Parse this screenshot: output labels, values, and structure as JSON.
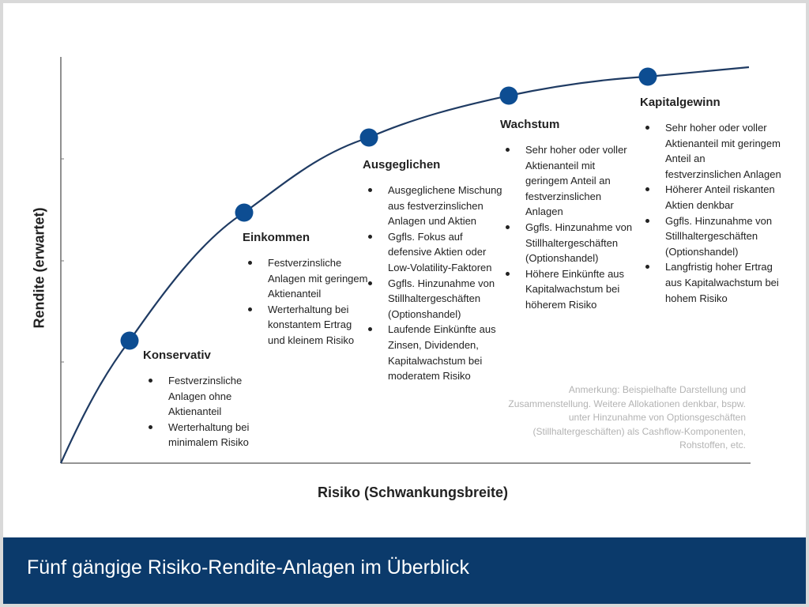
{
  "chart_data": {
    "type": "line",
    "xlabel": "Risiko (Schwankungsbreite)",
    "ylabel": "Rendite (erwartet)",
    "grid": false,
    "points": [
      {
        "name": "Konservativ",
        "bullets": [
          "Festverzinsliche Anlagen ohne Aktienanteil",
          "Werterhaltung bei minimalem Risiko"
        ]
      },
      {
        "name": "Einkommen",
        "bullets": [
          "Festverzinsliche Anlagen mit geringem Aktienanteil",
          "Werterhaltung bei konstantem Ertrag und kleinem Risiko"
        ]
      },
      {
        "name": "Ausgeglichen",
        "bullets": [
          "Ausgeglichene Mischung aus festverzinslichen Anlagen und Aktien",
          "Ggfls. Fokus auf defensive Aktien oder Low-Volatility-Faktoren",
          "Ggfls. Hinzunahme von Stillhaltergeschäften (Optionshandel)",
          "Laufende Einkünfte aus Zinsen, Dividenden, Kapitalwachstum bei moderatem Risiko"
        ]
      },
      {
        "name": "Wachstum",
        "bullets": [
          "Sehr hoher oder voller Aktienanteil mit geringem Anteil an festverzinslichen Anlagen",
          "Ggfls. Hinzunahme von Stillhaltergeschäften (Optionshandel)",
          "Höhere Einkünfte aus Kapitalwachstum bei höherem Risiko"
        ]
      },
      {
        "name": "Kapitalgewinn",
        "bullets": [
          "Sehr hoher oder voller Aktienanteil mit geringem Anteil an festverzinslichen Anlagen",
          "Höherer Anteil riskanten Aktien denkbar",
          "Ggfls. Hinzunahme von Stillhaltergeschäften (Optionshandel)",
          "Langfristig hoher Ertrag aus Kapitalwachstum bei hohem Risiko"
        ]
      }
    ],
    "note": "Anmerkung: Beispielhafte Darstellung und Zusammenstellung. Weitere Allokationen denkbar, bspw. unter Hinzunahme von Optionsgeschäften (Stillhaltergeschäften) als Cashflow-Komponenten, Rohstoffen, etc."
  },
  "footer": {
    "title": "Fünf gängige Risiko-Rendite-Anlagen im Überblick"
  },
  "colors": {
    "curve": "#1f3b63",
    "marker": "#0d4d92",
    "axis": "#555555",
    "footer_bg": "#0b3a6b"
  }
}
